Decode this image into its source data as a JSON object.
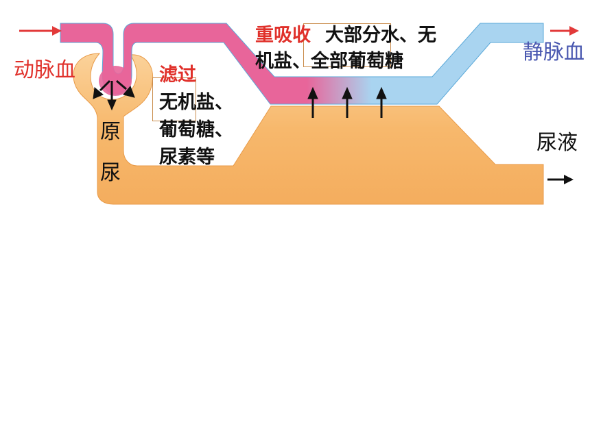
{
  "labels": {
    "arterial_blood": "动脉血",
    "venous_blood": "静脉血",
    "primary_urine_1": "原",
    "primary_urine_2": "尿",
    "urine": "尿液",
    "filtration_title": "滤过",
    "filtration_line1": "无机盐、",
    "filtration_line2": "葡萄糖、",
    "filtration_line3": "尿素等",
    "reabsorption_title": "重吸收",
    "reabsorption_line1_rest": "大部分水、无",
    "reabsorption_line2": "机盐、全部葡萄糖"
  },
  "colors": {
    "arterial": "#e8659a",
    "arterial_light": "#f190b8",
    "venous": "#a9d4f0",
    "venous_edge": "#5aa8d8",
    "tubule": "#f7b86c",
    "tubule_light": "#fbd29a",
    "red_text": "#e0302a",
    "blue_text": "#4a58b0",
    "red_arrow": "#e23a3a"
  }
}
